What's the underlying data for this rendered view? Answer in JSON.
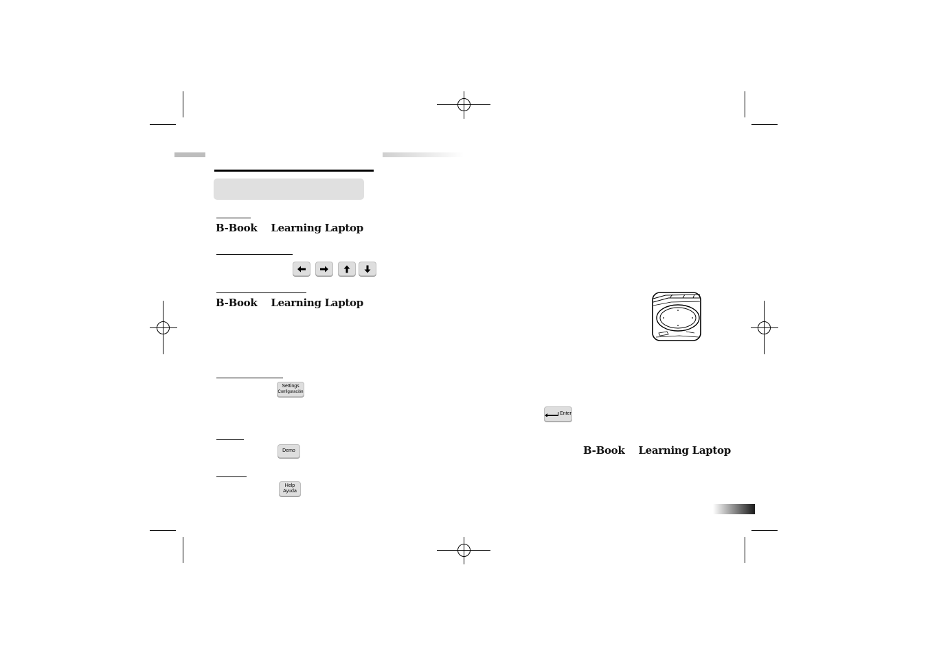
{
  "headings": {
    "brand_text_1_a": "B-Book",
    "brand_text_1_b": "Learning Laptop",
    "brand_text_2_a": "B-Book",
    "brand_text_2_b": "Learning Laptop",
    "brand_text_3_a": "B-Book",
    "brand_text_3_b": "Learning Laptop"
  },
  "keys": {
    "arrow_left": "left-arrow-icon",
    "arrow_right": "right-arrow-icon",
    "arrow_up": "up-arrow-icon",
    "arrow_down": "down-arrow-icon",
    "settings_line1": "Settings",
    "settings_line2": "Configuración",
    "demo": "Demo",
    "help_line1": "Help",
    "help_line2": "Ayuda",
    "enter": "Enter"
  },
  "illustration": {
    "mouse_pad": "mouse-pad-illustration"
  },
  "colors": {
    "title_box": "#e0e0e0",
    "key_face": "#dedede",
    "gray_bar": "#bdbdbd"
  }
}
